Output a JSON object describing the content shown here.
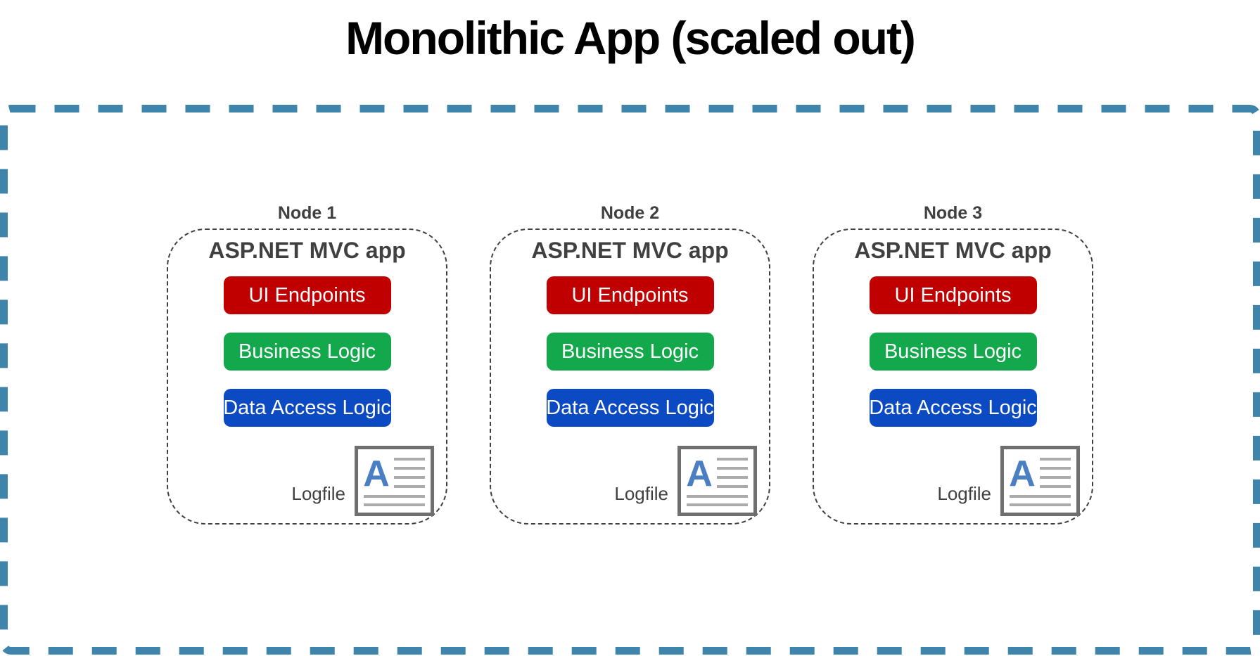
{
  "title": "Monolithic App (scaled out)",
  "colors": {
    "heading": "#000000",
    "outer_border": "#3e84ab",
    "node_border": "#3f3f3f",
    "text_dark": "#404040",
    "pill_red": "#c00000",
    "pill_green": "#12a84b",
    "pill_blue": "#0b4ac2",
    "pill_text": "#ffffff",
    "icon_border": "#6f6f6f",
    "icon_letter": "#4a7fc4",
    "icon_line": "#ababab"
  },
  "nodes": [
    {
      "label": "Node 1",
      "app_title": "ASP.NET MVC app",
      "pills": [
        {
          "label": "UI Endpoints"
        },
        {
          "label": "Business Logic"
        },
        {
          "label": "Data Access Logic"
        }
      ],
      "logfile_label": "Logfile",
      "logfile_icon": "document-letter-A-icon"
    },
    {
      "label": "Node 2",
      "app_title": "ASP.NET MVC app",
      "pills": [
        {
          "label": "UI Endpoints"
        },
        {
          "label": "Business Logic"
        },
        {
          "label": "Data Access Logic"
        }
      ],
      "logfile_label": "Logfile",
      "logfile_icon": "document-letter-A-icon"
    },
    {
      "label": "Node 3",
      "app_title": "ASP.NET MVC app",
      "pills": [
        {
          "label": "UI Endpoints"
        },
        {
          "label": "Business Logic"
        },
        {
          "label": "Data Access Logic"
        }
      ],
      "logfile_label": "Logfile",
      "logfile_icon": "document-letter-A-icon"
    }
  ]
}
